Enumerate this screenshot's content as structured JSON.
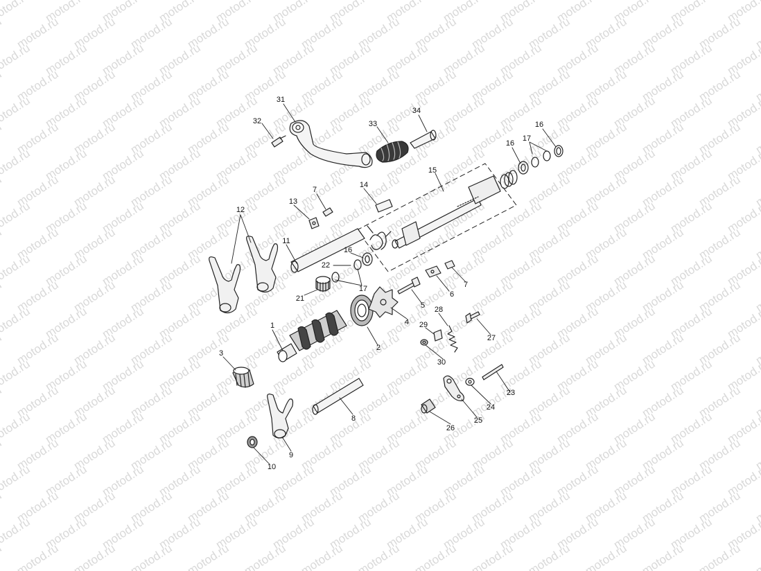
{
  "watermark": "motod.ru",
  "callouts": [
    {
      "id": "1",
      "text": "1"
    },
    {
      "id": "2",
      "text": "2"
    },
    {
      "id": "3",
      "text": "3"
    },
    {
      "id": "4",
      "text": "4"
    },
    {
      "id": "5",
      "text": "5"
    },
    {
      "id": "6",
      "text": "6"
    },
    {
      "id": "7a",
      "text": "7"
    },
    {
      "id": "7b",
      "text": "7"
    },
    {
      "id": "8",
      "text": "8"
    },
    {
      "id": "9",
      "text": "9"
    },
    {
      "id": "10",
      "text": "10"
    },
    {
      "id": "11",
      "text": "11"
    },
    {
      "id": "12",
      "text": "12"
    },
    {
      "id": "13",
      "text": "13"
    },
    {
      "id": "14",
      "text": "14"
    },
    {
      "id": "15",
      "text": "15"
    },
    {
      "id": "16a",
      "text": "16"
    },
    {
      "id": "16b",
      "text": "16"
    },
    {
      "id": "16c",
      "text": "16"
    },
    {
      "id": "17a",
      "text": "17"
    },
    {
      "id": "17b",
      "text": "17"
    },
    {
      "id": "21",
      "text": "21"
    },
    {
      "id": "22",
      "text": "22"
    },
    {
      "id": "23",
      "text": "23"
    },
    {
      "id": "24",
      "text": "24"
    },
    {
      "id": "25",
      "text": "25"
    },
    {
      "id": "26",
      "text": "26"
    },
    {
      "id": "27",
      "text": "27"
    },
    {
      "id": "28",
      "text": "28"
    },
    {
      "id": "29",
      "text": "29"
    },
    {
      "id": "30",
      "text": "30"
    },
    {
      "id": "31",
      "text": "31"
    },
    {
      "id": "32",
      "text": "32"
    },
    {
      "id": "33",
      "text": "33"
    },
    {
      "id": "34",
      "text": "34"
    }
  ]
}
